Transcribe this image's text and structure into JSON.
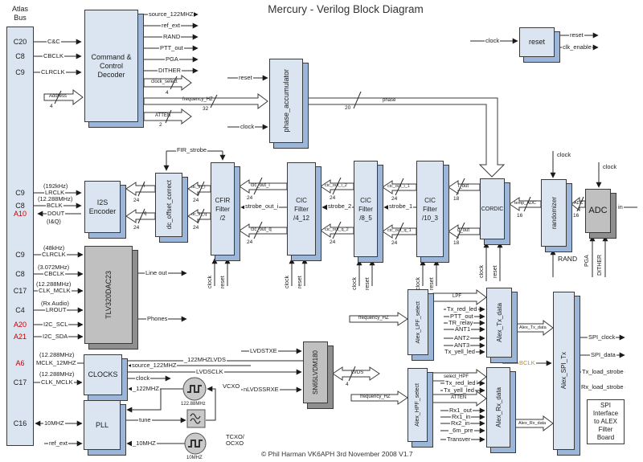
{
  "title": "Mercury  - Verilog Block Diagram",
  "copyright": "© Phil Harman VK6APH 3rd November 2008 V1.7",
  "colors": {
    "block_fill": "#dbe5f1",
    "block_side": "#9cb6da",
    "gray_fill": "#c0c0c0",
    "pin_red": "#c00000",
    "orange": "#e08a00"
  },
  "atlas": {
    "header": "Atlas\nBus",
    "pins": [
      {
        "label": "C20",
        "red": false
      },
      {
        "label": "C8",
        "red": false
      },
      {
        "label": "C9",
        "red": false
      },
      {
        "label": "C9",
        "red": false
      },
      {
        "label": "C8",
        "red": false
      },
      {
        "label": "A10",
        "red": true
      },
      {
        "label": "C9",
        "red": false
      },
      {
        "label": "C8",
        "red": false
      },
      {
        "label": "C17",
        "red": false
      },
      {
        "label": "C4",
        "red": false
      },
      {
        "label": "A20",
        "red": true
      },
      {
        "label": "A21",
        "red": true
      },
      {
        "label": "A6",
        "red": true
      },
      {
        "label": "C17",
        "red": false
      },
      {
        "label": "C16",
        "red": false
      }
    ]
  },
  "blocks": {
    "cc_decoder": "Command &\nControl\nDecoder",
    "reset": "reset",
    "phase_accumulator": "phase_accumulator",
    "i2s": "I2S\nEncoder",
    "dc_offset": "dc_offset_correct",
    "cfir": "CFIR\nFilter\n/2",
    "cic1": "CIC\nFilter\n/4_12",
    "cic2": "CIC\nFilter\n/8_5",
    "cic3": "CIC\nFilter\n/10_3",
    "cordic": "CORDIC",
    "randomizer": "randomizer",
    "adc": "ADC",
    "tlv": "TLV320DAC23",
    "clocks": "CLOCKS",
    "pll": "PLL",
    "sn65": "SN65LVDM180",
    "alex_lpf": "Alex_LPF_select",
    "alex_tx": "Alex_Tx_data",
    "alex_hpf": "Alex_HPF_select",
    "alex_rx": "Alex_Rx_data",
    "alex_spi": "Alex_SPI_Tx"
  },
  "note": "SPI\nInterface\nto ALEX\nFilter\nBoard",
  "osc": {
    "vcxo": "VCXO",
    "vcxo_freq": "122.88MHz",
    "tcxo": "TCXO/\nOCXO",
    "tcxo_freq": "10MHZ"
  },
  "widths": {
    "w2": "2",
    "w4": "4",
    "w16": "16",
    "w18": "18",
    "w20": "20",
    "w24": "24",
    "w32": "32"
  },
  "labels": {
    "cc": "C&C",
    "cbclk": "CBCLK",
    "clrclk": "CLRCLK",
    "address": "Address",
    "source_122mhz": "source_122MHZ",
    "ref_ext": "ref_ext",
    "rand": "RAND",
    "ptt_out": "PTT_out",
    "pga": "PGA",
    "dither": "DITHER",
    "clock_select": "clock_select",
    "frequency_hz": "frequency_HZ",
    "atten": "ATTEN",
    "clock": "clock",
    "reset": "reset",
    "clk_enable": "clk_enable",
    "phase": "phase",
    "fir_strobe": "FIR_strobe",
    "khz192": "(192kHz)",
    "lrclk": "LRCLK",
    "mhz12288": "(12.288MHz)",
    "bclk": "BCLK",
    "dout": "DOUT",
    "iq": "(I&Q)",
    "i": "i",
    "q": "q",
    "dc_in_i": "dc_in_i",
    "dc_in_q": "dc_in_q",
    "cic_out_i": "cic_out_i",
    "strobe_out_i": "strobe_out_i",
    "cic_out_q": "cic_out_q",
    "cic_out_i_2": "cic_out_i_2",
    "strobe_2": "strobe_2",
    "cic_out_q_2": "cic_out_q_2",
    "cic_out_i_1": "cic_out_i_1",
    "strobe_1": "strobe_1",
    "cic_out_q_1": "cic_out_q_1",
    "i_out": "i_out",
    "q_out": "q_out",
    "temp_adc": "temp_ADC",
    "adc": "ADC",
    "in_sig": "in",
    "khz48": "(48kHz)",
    "mhz3072": "(3.072MHz)",
    "clk_mclk": "CLK_MCLK",
    "rx_audio": "(Rx Audio)",
    "lrout": "LROUT",
    "i2c_scl": "I2C_SCL",
    "i2c_sda": "I2C_SDA",
    "line_out": "Line out",
    "phones": "Phones",
    "mclk_12mhz": "MCLK_12MHZ",
    "lvds122": "_122MHZLVDS",
    "lvdsclk": "LVDSCLK",
    "mhz122": "_122MHZ",
    "tune": "tune",
    "mhz10_u": "_10MHZ",
    "mhz10": "10MHZ",
    "lvdstxe": "LVDSTXE",
    "nlvdssrxe": "nLVDSSRXE",
    "lvds": "LVDS",
    "lpf": "LPF",
    "tx_red_led": "Tx_red_led",
    "tr_relay": "TR_relay",
    "ant1": "ANT1",
    "ant2": "ANT2",
    "ant3": "ANT3",
    "tx_yell_led": "Tx_yell_led",
    "alex_tx_data": "Alex_Tx_data",
    "select_hpf": "select_HPF",
    "rx1_out": "Rx1_out",
    "rx1_in": "Rx1_in",
    "rx2_in": "Rx2_in",
    "m6_pre": "_6m_pre",
    "transver": "Transver",
    "alex_rx_data": "Alex_Rx_data",
    "spi_clock": "SPI_clock",
    "spi_data": "SPI_data",
    "tx_load_strobe": "Tx_load_strobe",
    "rx_load_strobe": "Rx_load_strobe"
  }
}
